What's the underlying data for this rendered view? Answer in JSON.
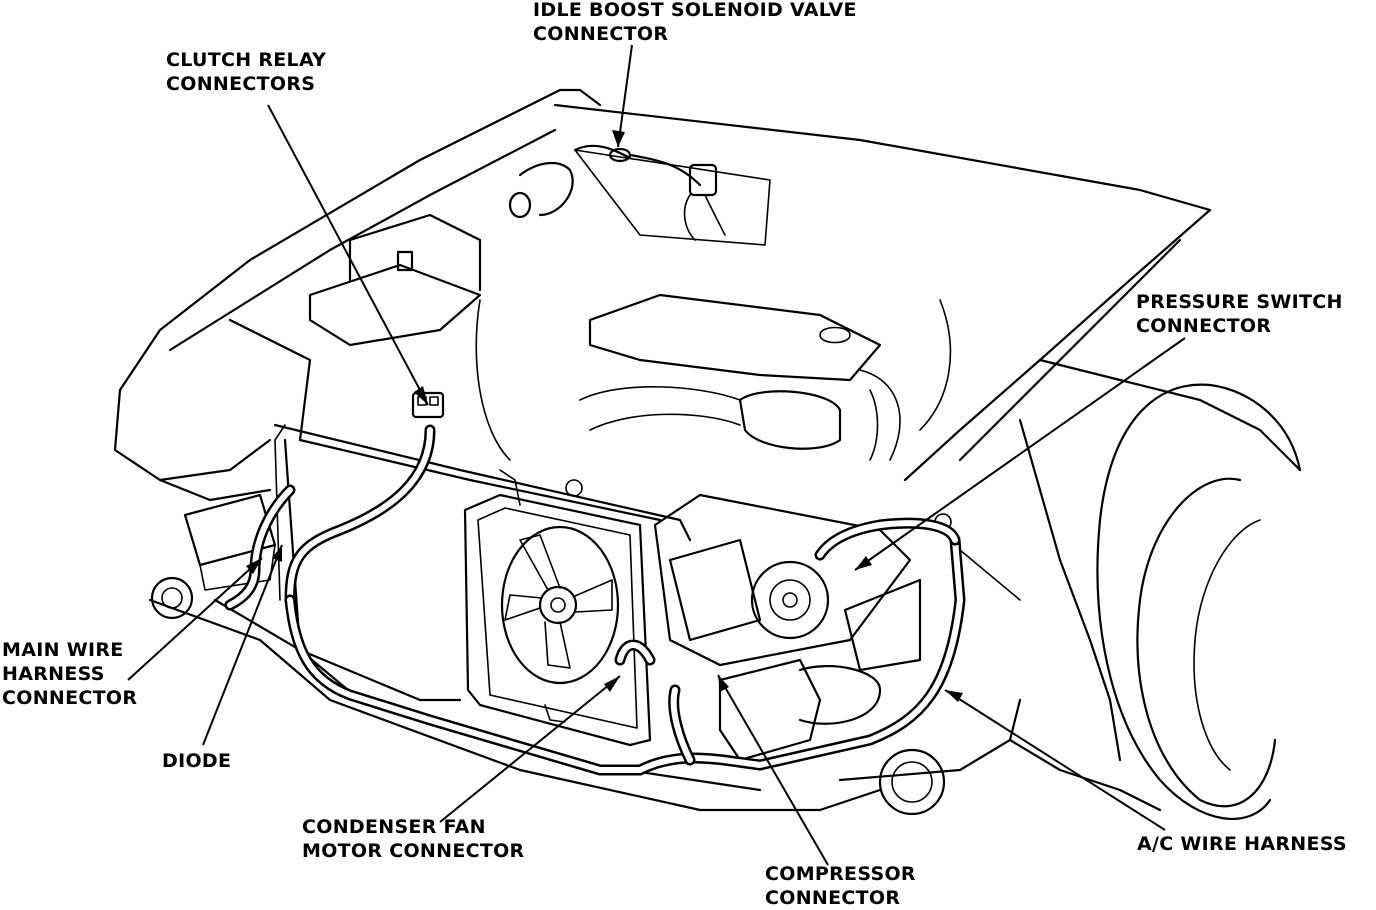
{
  "diagram": {
    "labels": {
      "idle_boost": [
        "IDLE BOOST SOLENOID VALVE",
        "CONNECTOR"
      ],
      "clutch_relay": [
        "CLUTCH RELAY",
        "CONNECTORS"
      ],
      "pressure_switch": [
        "PRESSURE SWITCH",
        "CONNECTOR"
      ],
      "main_wire": [
        "MAIN WIRE",
        "HARNESS",
        "CONNECTOR"
      ],
      "diode": [
        "DIODE"
      ],
      "condenser_fan": [
        "CONDENSER FAN",
        "MOTOR CONNECTOR"
      ],
      "compressor": [
        "COMPRESSOR",
        "CONNECTOR"
      ],
      "ac_harness": [
        "A/C WIRE HARNESS"
      ]
    }
  }
}
